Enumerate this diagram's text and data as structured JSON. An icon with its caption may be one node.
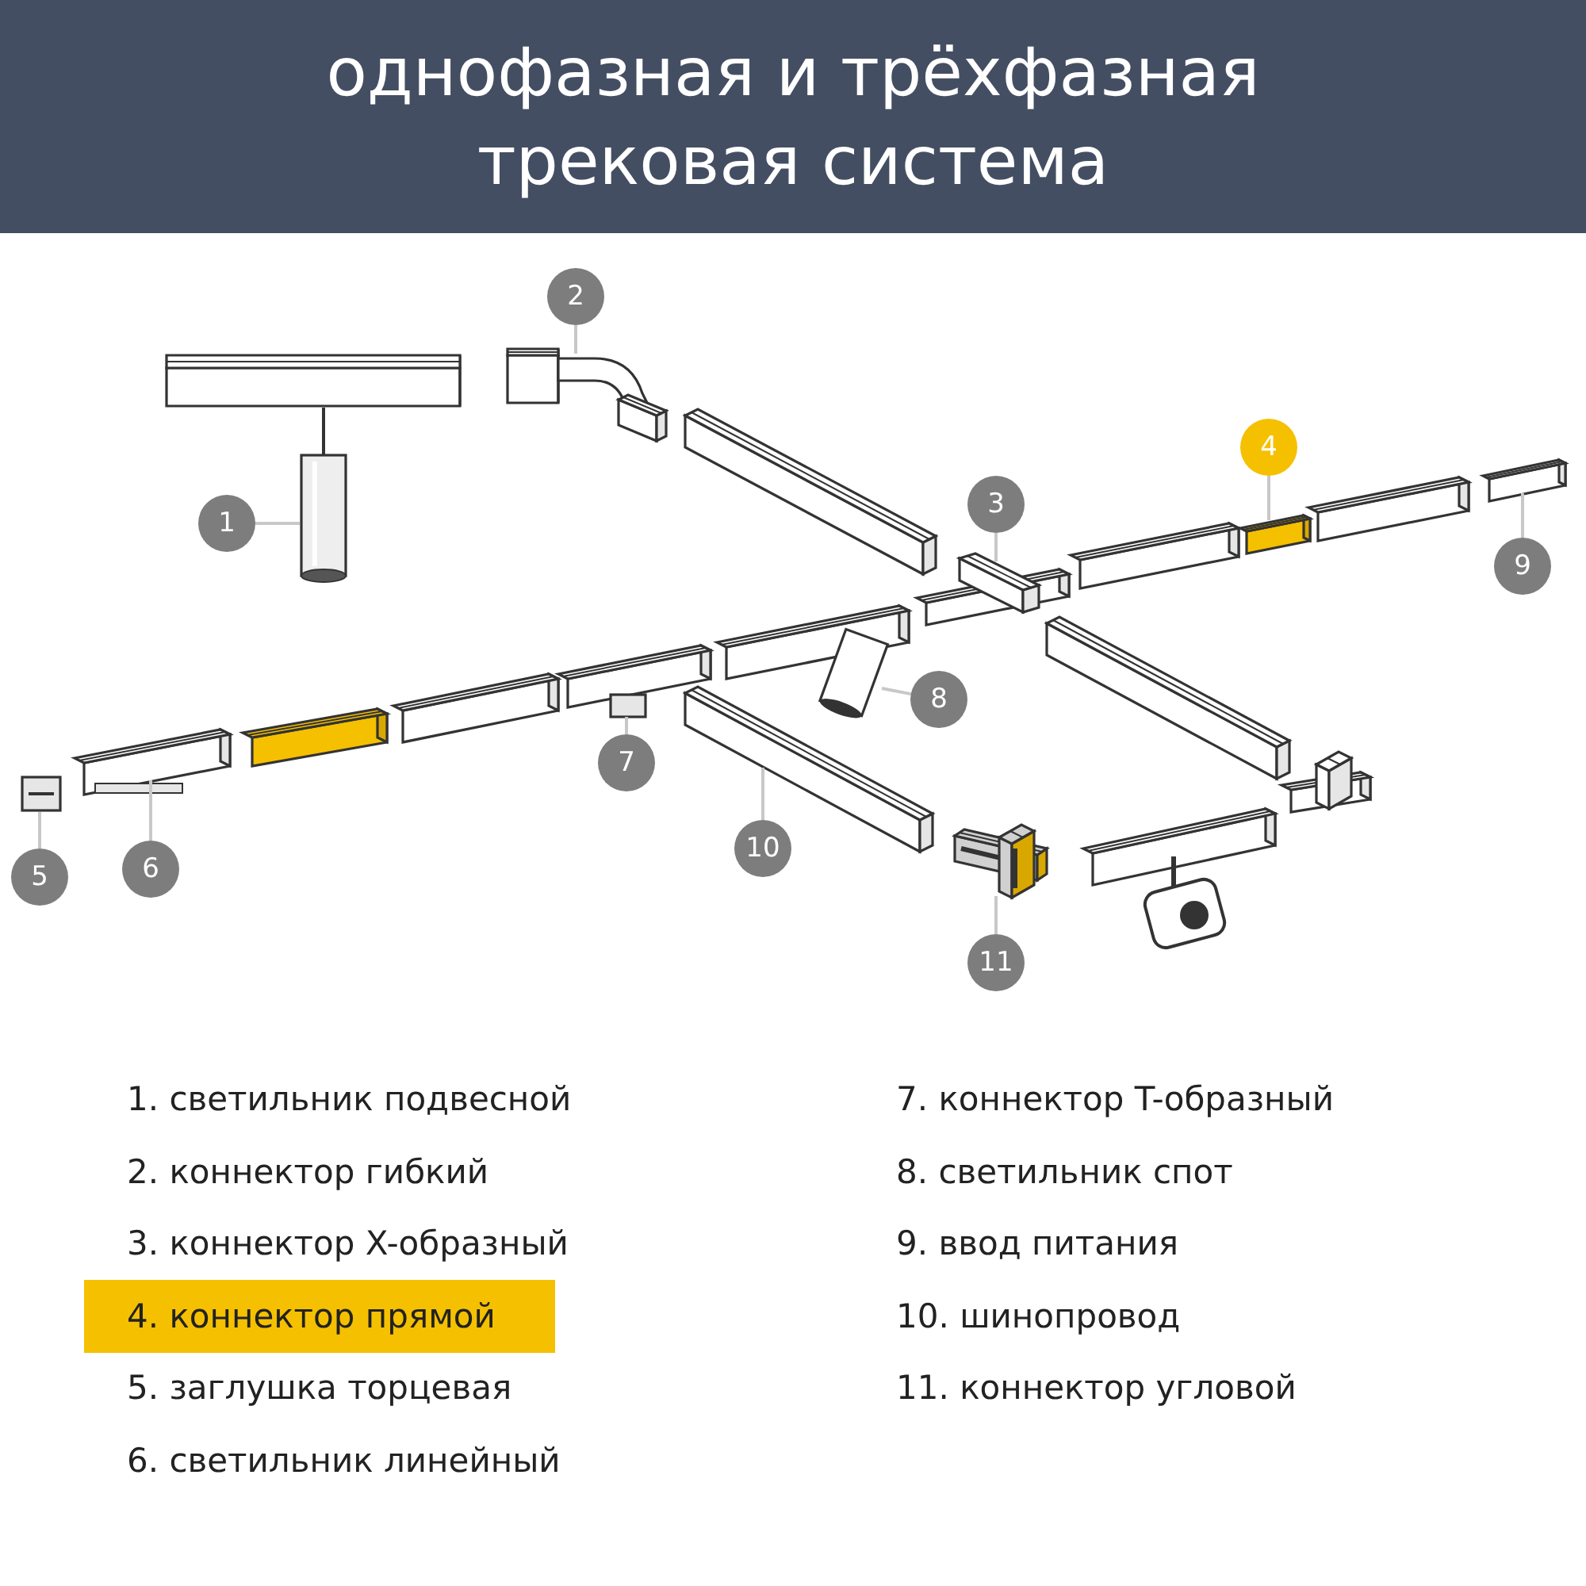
{
  "diagram": {
    "title": "однофазная и трёхфазная трековая система",
    "nodes": [
      {
        "text": [
          "1"
        ]
      },
      {
        "text": [
          "2"
        ]
      },
      {
        "text": [
          "3"
        ]
      },
      {
        "text": [
          "4"
        ]
      },
      {
        "text": [
          "5"
        ]
      },
      {
        "text": [
          "6"
        ]
      },
      {
        "text": [
          "7"
        ]
      },
      {
        "text": [
          "8"
        ]
      },
      {
        "text": [
          "9"
        ]
      },
      {
        "text": [
          "10"
        ]
      },
      {
        "text": [
          "11"
        ]
      },
      {
        "text": [],
        "shape": "cylinder"
      },
      {
        "text": [],
        "shape": "picture"
      },
      {
        "text": [],
        "shape": "picture"
      },
      {
        "text": [],
        "shape": "picture"
      },
      {
        "text": [],
        "shape": "box"
      },
      {
        "text": [],
        "shape": "picture"
      },
      {
        "text": [],
        "shape": "picture"
      },
      {
        "text": [],
        "shape": "picture"
      },
      {
        "text": [],
        "shape": "picture"
      },
      {
        "text": [],
        "shape": "picture"
      },
      {
        "text": [],
        "shape": "picture"
      }
    ],
    "edges": [
      {
        "from": 0,
        "to": 11,
        "arrow": "none"
      },
      {
        "from": 1,
        "to": 12,
        "arrow": "none"
      },
      {
        "from": 2,
        "to": 13,
        "arrow": "none"
      },
      {
        "from": 3,
        "to": 14,
        "arrow": "none"
      },
      {
        "from": 4,
        "to": 15,
        "arrow": "none"
      },
      {
        "from": 5,
        "to": 16,
        "arrow": "none"
      },
      {
        "from": 6,
        "to": 17,
        "arrow": "none"
      },
      {
        "from": 7,
        "to": 18,
        "arrow": "none"
      },
      {
        "from": 8,
        "to": 19,
        "arrow": "none"
      },
      {
        "from": 9,
        "to": 20,
        "arrow": "none"
      },
      {
        "from": 10,
        "to": 21,
        "arrow": "none"
      }
    ],
    "labels": [
      "1. светильник подвесной",
      "7. коннектор T-образный",
      "2. коннектор гибкий",
      "8. светильник спот",
      "3. коннектор X-образный",
      "9. ввод питания",
      "4. коннектор прямой",
      "10. шинопровод",
      "5. заглушка торцевая",
      "11. коннектор угловой",
      "6. светильник линейный"
    ]
  }
}
